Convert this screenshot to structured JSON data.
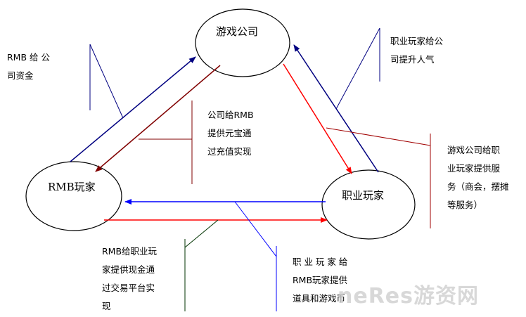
{
  "nodes": {
    "company": "游戏公司",
    "rmb_player": "RMB玩家",
    "pro_player": "职业玩家"
  },
  "notes": {
    "rmb_to_company": [
      "RMB 给 公",
      "司资金"
    ],
    "pro_to_company": [
      "职业玩家给公",
      "司提升人气"
    ],
    "company_to_rmb": [
      "公司给RMB",
      "提供元宝通",
      "过充值实现"
    ],
    "company_to_pro": [
      "游戏公司给职",
      "业玩家提供服",
      "务（商会，摆摊",
      "等服务）"
    ],
    "rmb_to_pro": [
      "RMB给职业玩",
      "家提供现金通",
      "过交易平台实",
      "现"
    ],
    "pro_to_rmb": [
      "职 业 玩 家 给",
      "RMB玩家提供",
      "道具和游戏币"
    ]
  },
  "watermark": "neRes游资网",
  "colors": {
    "blue_arrow": "#000080",
    "blue_bright": "#0000ff",
    "red_arrow": "#ff0000",
    "dark_red": "#800000",
    "callout": "#000080",
    "callout_green": "#003300",
    "callout_red": "#a00000"
  }
}
